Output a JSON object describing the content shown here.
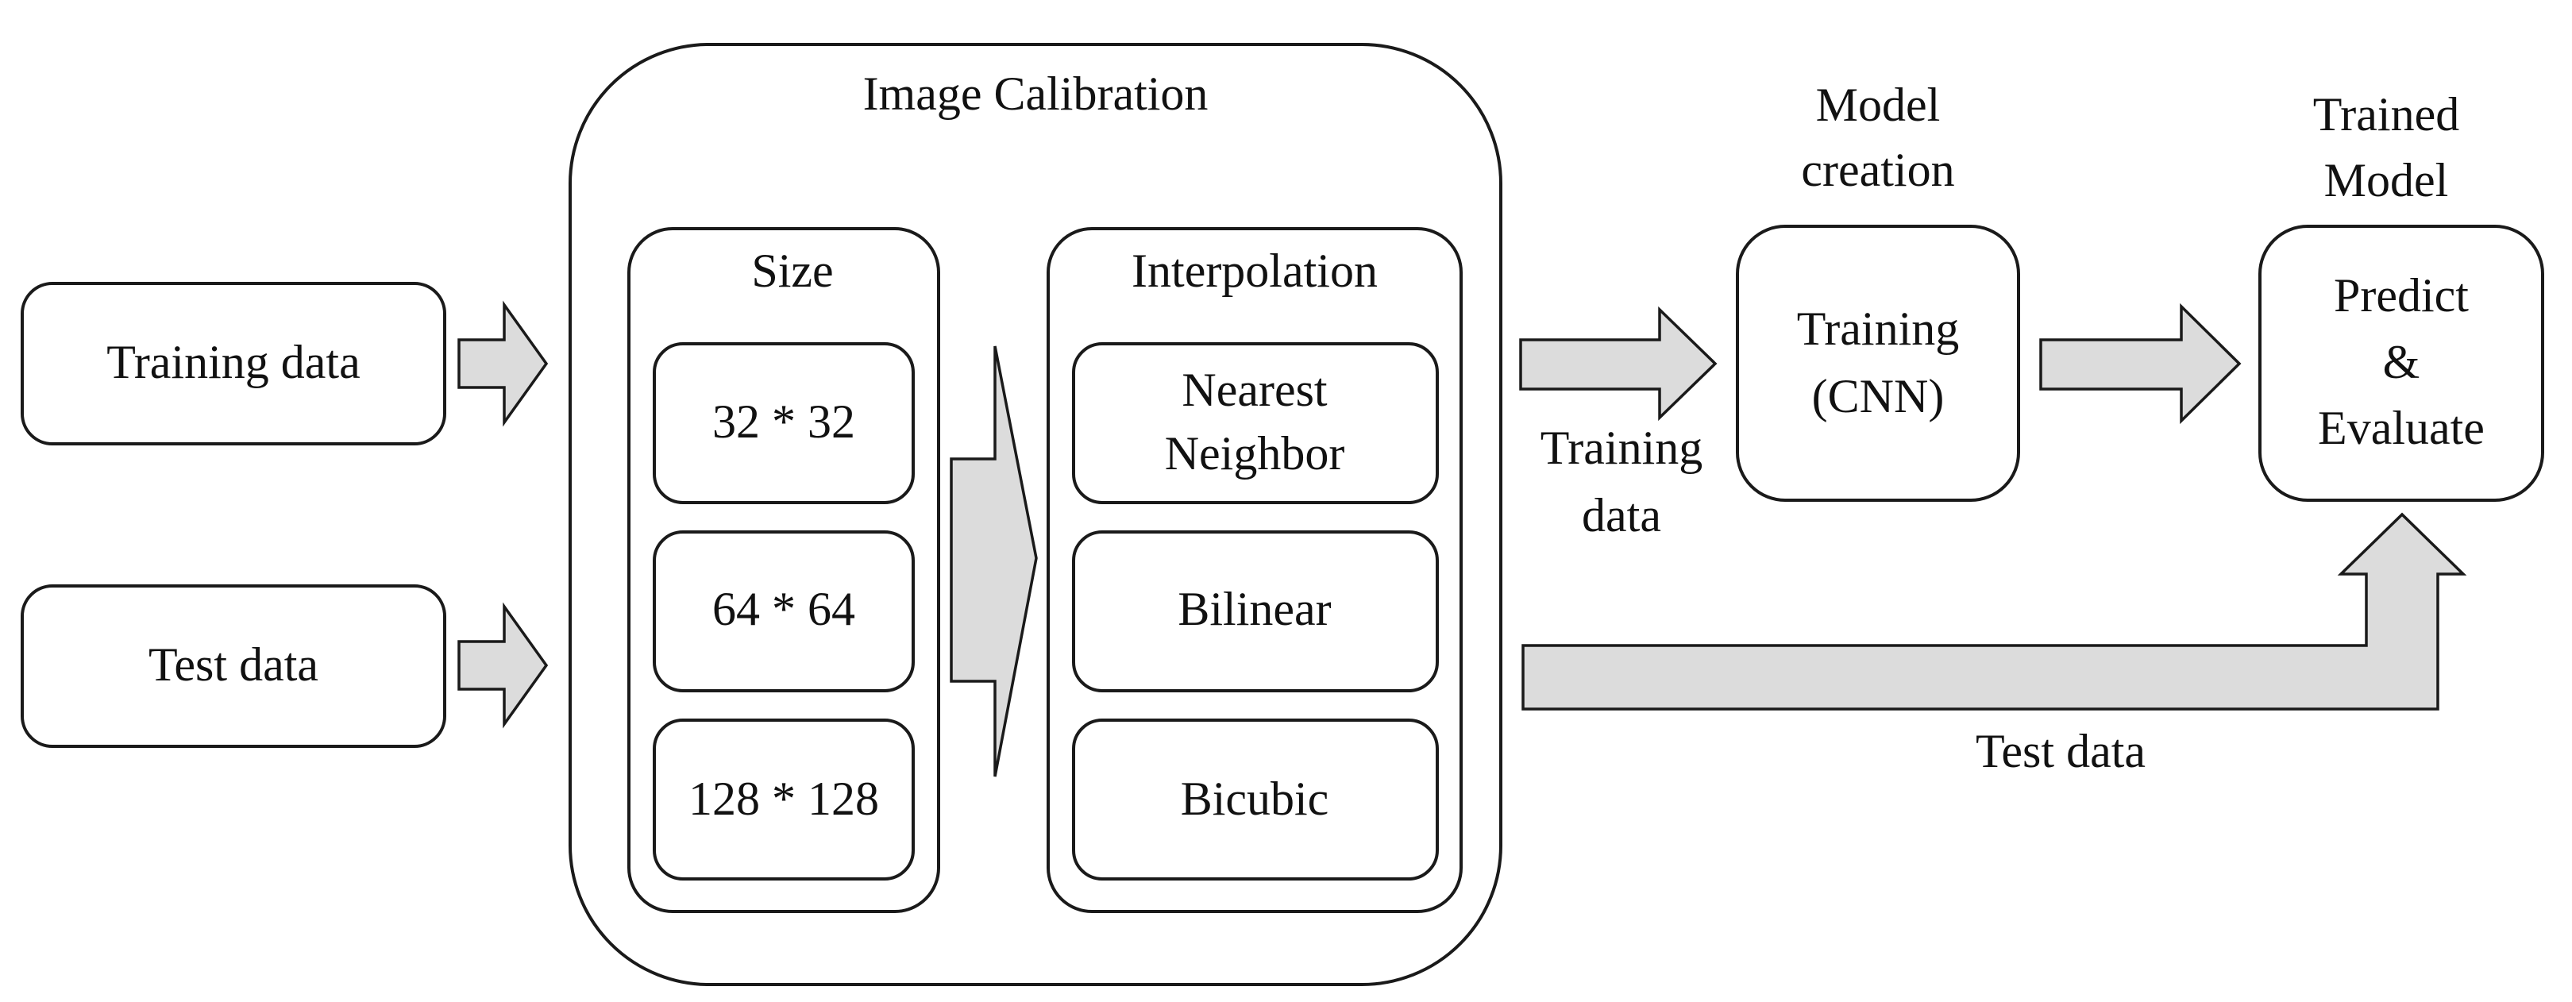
{
  "inputs": {
    "training_data": "Training data",
    "test_data": "Test data"
  },
  "calibration": {
    "title": "Image Calibration",
    "size": {
      "title": "Size",
      "options": [
        "32 * 32",
        "64 * 64",
        "128 * 128"
      ]
    },
    "interpolation": {
      "title": "Interpolation",
      "options": [
        [
          "Nearest",
          "Neighbor"
        ],
        [
          "Bilinear"
        ],
        [
          "Bicubic"
        ]
      ]
    }
  },
  "model_creation": {
    "title": [
      "Model",
      "creation"
    ],
    "box": [
      "Training",
      "(CNN)"
    ]
  },
  "trained_model": {
    "title": [
      "Trained",
      "Model"
    ],
    "box": [
      "Predict",
      "&",
      "Evaluate"
    ]
  },
  "flow_labels": {
    "training_data": [
      "Training",
      "data"
    ],
    "test_data": "Test data"
  }
}
